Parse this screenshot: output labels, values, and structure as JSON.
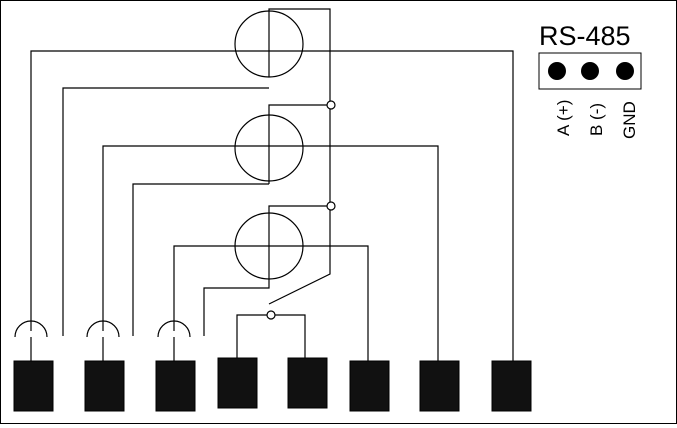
{
  "connector": {
    "title": "RS-485",
    "pins": [
      {
        "label": "A (+)"
      },
      {
        "label": "B (-)"
      },
      {
        "label": "GND"
      }
    ]
  },
  "terminal_count": 8,
  "coil_count": 3,
  "colors": {
    "line": "#000000",
    "terminal_fill": "#111111",
    "background": "#ffffff"
  }
}
